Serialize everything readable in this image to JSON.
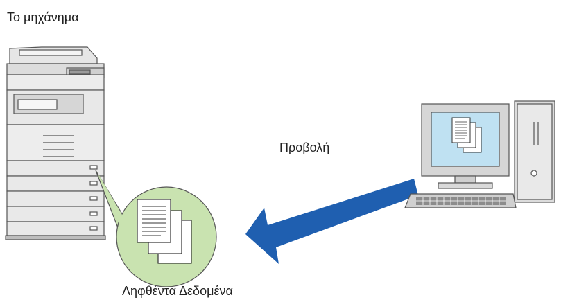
{
  "labels": {
    "machine": "Το μηχάνημα",
    "view_action": "Προβολή",
    "received_data": "Ληφθέντα Δεδομένα"
  },
  "icons": {
    "printer": "multifunction-printer-icon",
    "computer": "desktop-computer-icon",
    "documents": "stacked-documents-icon",
    "arrow": "arrow-left-icon"
  },
  "colors": {
    "arrow": "#1f5fb0",
    "bubble": "#c9e3b0",
    "screen": "#bfe1f2",
    "device_gray": "#d9d9d9"
  }
}
